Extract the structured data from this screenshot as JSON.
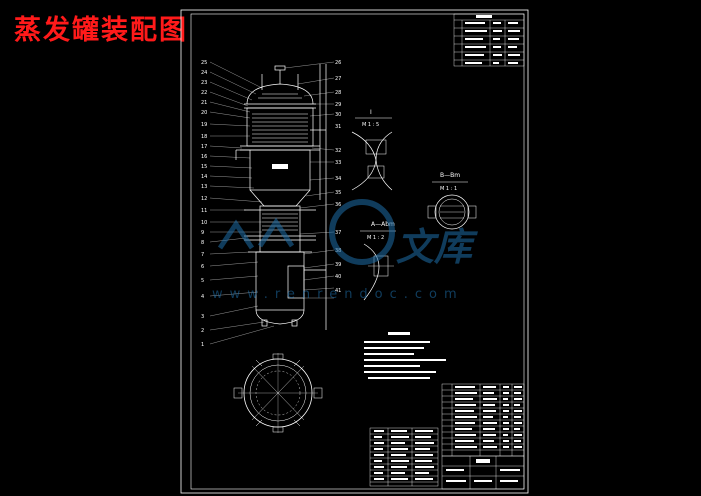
{
  "title": "蒸发罐装配图",
  "sections": {
    "detail_i": "I",
    "detail_i_scale": "M 1 : 5",
    "bb": "B—Bm",
    "bb_scale": "M 1 : 1",
    "aa": "A—Abm",
    "aa_scale": "M 1 : 2"
  },
  "watermark": {
    "text": "www.renrendoc.com",
    "logo_text": "文库"
  },
  "left_numbers": [
    "25",
    "24",
    "23",
    "22",
    "21",
    "20",
    "19",
    "18",
    "17",
    "16",
    "15",
    "14",
    "13",
    "12",
    "11",
    "10",
    "9",
    "8",
    "7",
    "6",
    "5",
    "4",
    "3",
    "2",
    "1"
  ],
  "right_numbers": [
    "26",
    "27",
    "28",
    "29",
    "30",
    "31",
    "32",
    "33",
    "34",
    "35",
    "36",
    "37",
    "38",
    "39",
    "40",
    "41"
  ],
  "colors": {
    "title": "#ff1a1a",
    "lines": "#ffffff",
    "watermark": "#1e6ea8"
  }
}
